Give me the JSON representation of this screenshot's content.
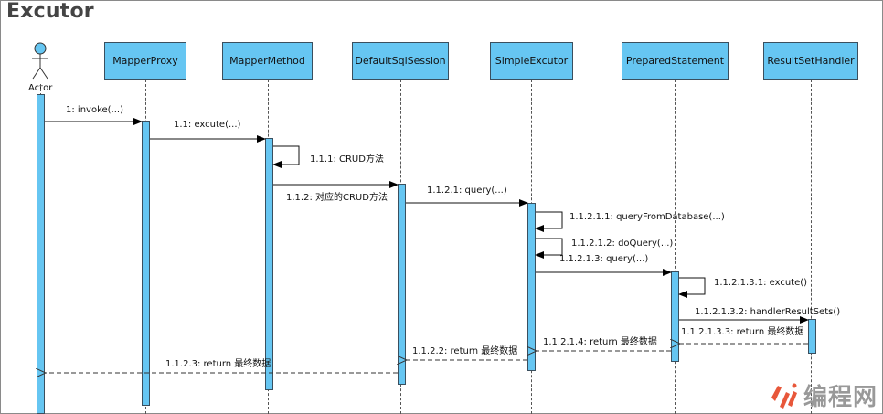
{
  "title": "Excutor",
  "actor": {
    "label": "Actor"
  },
  "participants": [
    {
      "name": "MapperProxy"
    },
    {
      "name": "MapperMethod"
    },
    {
      "name": "DefaultSqlSession"
    },
    {
      "name": "SimpleExcutor"
    },
    {
      "name": "PreparedStatement"
    },
    {
      "name": "ResultSetHandler"
    }
  ],
  "messages": [
    {
      "label": "1: invoke(...)"
    },
    {
      "label": "1.1: excute(...)"
    },
    {
      "label": "1.1.1: CRUD方法"
    },
    {
      "label": "1.1.2: 对应的CRUD方法"
    },
    {
      "label": "1.1.2.1: query(...)"
    },
    {
      "label": "1.1.2.1.1: queryFromDatabase(...)"
    },
    {
      "label": "1.1.2.1.2: doQuery(...)"
    },
    {
      "label": "1.1.2.1.3: query(...)"
    },
    {
      "label": "1.1.2.1.3.1: excute()"
    },
    {
      "label": "1.1.2.1.3.2: handlerResultSets()"
    },
    {
      "label": "1.1.2.1.3.3: return 最终数据"
    },
    {
      "label": "1.1.2.1.4: return 最终数据"
    },
    {
      "label": "1.1.2.2: return 最终数据"
    },
    {
      "label": "1.1.2.3: return 最终数据"
    }
  ],
  "watermark": {
    "text": "编程网"
  },
  "colors": {
    "box": "#66c6f2",
    "border": "#3a4f5e",
    "watermark_logo": "#e8573a"
  }
}
